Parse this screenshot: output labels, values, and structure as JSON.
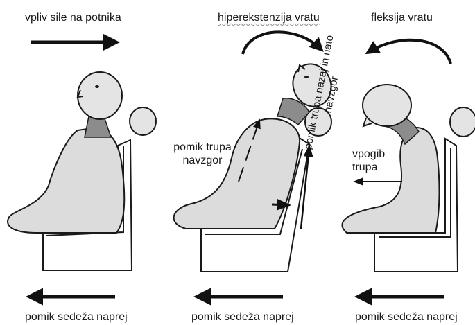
{
  "labels": {
    "force_on_passenger": "vpliv sile na potnika",
    "neck_hyperextension": "hiperekstenzija vratu",
    "neck_flexion": "fleksija vratu",
    "trunk_up_line1": "pomik trupa",
    "trunk_up_line2": "navzgor",
    "trunk_back_up_line1": "pomik trupa nazaj in nato",
    "trunk_back_up_line2": "navzgor",
    "trunk_bend_line1": "vpogib",
    "trunk_bend_line2": "trupa",
    "seat_forward_1": "pomik sedeža naprej",
    "seat_forward_2": "pomik sedeža naprej",
    "seat_forward_3": "pomik sedeža naprej"
  },
  "colors": {
    "body_fill": "#dcdcdc",
    "neck_shade": "#8c8c8c",
    "outline": "#1a1a1a",
    "arrow": "#111111"
  },
  "icons": [
    "right-arrow-icon",
    "left-arrow-icon",
    "curved-arrow-icon"
  ]
}
